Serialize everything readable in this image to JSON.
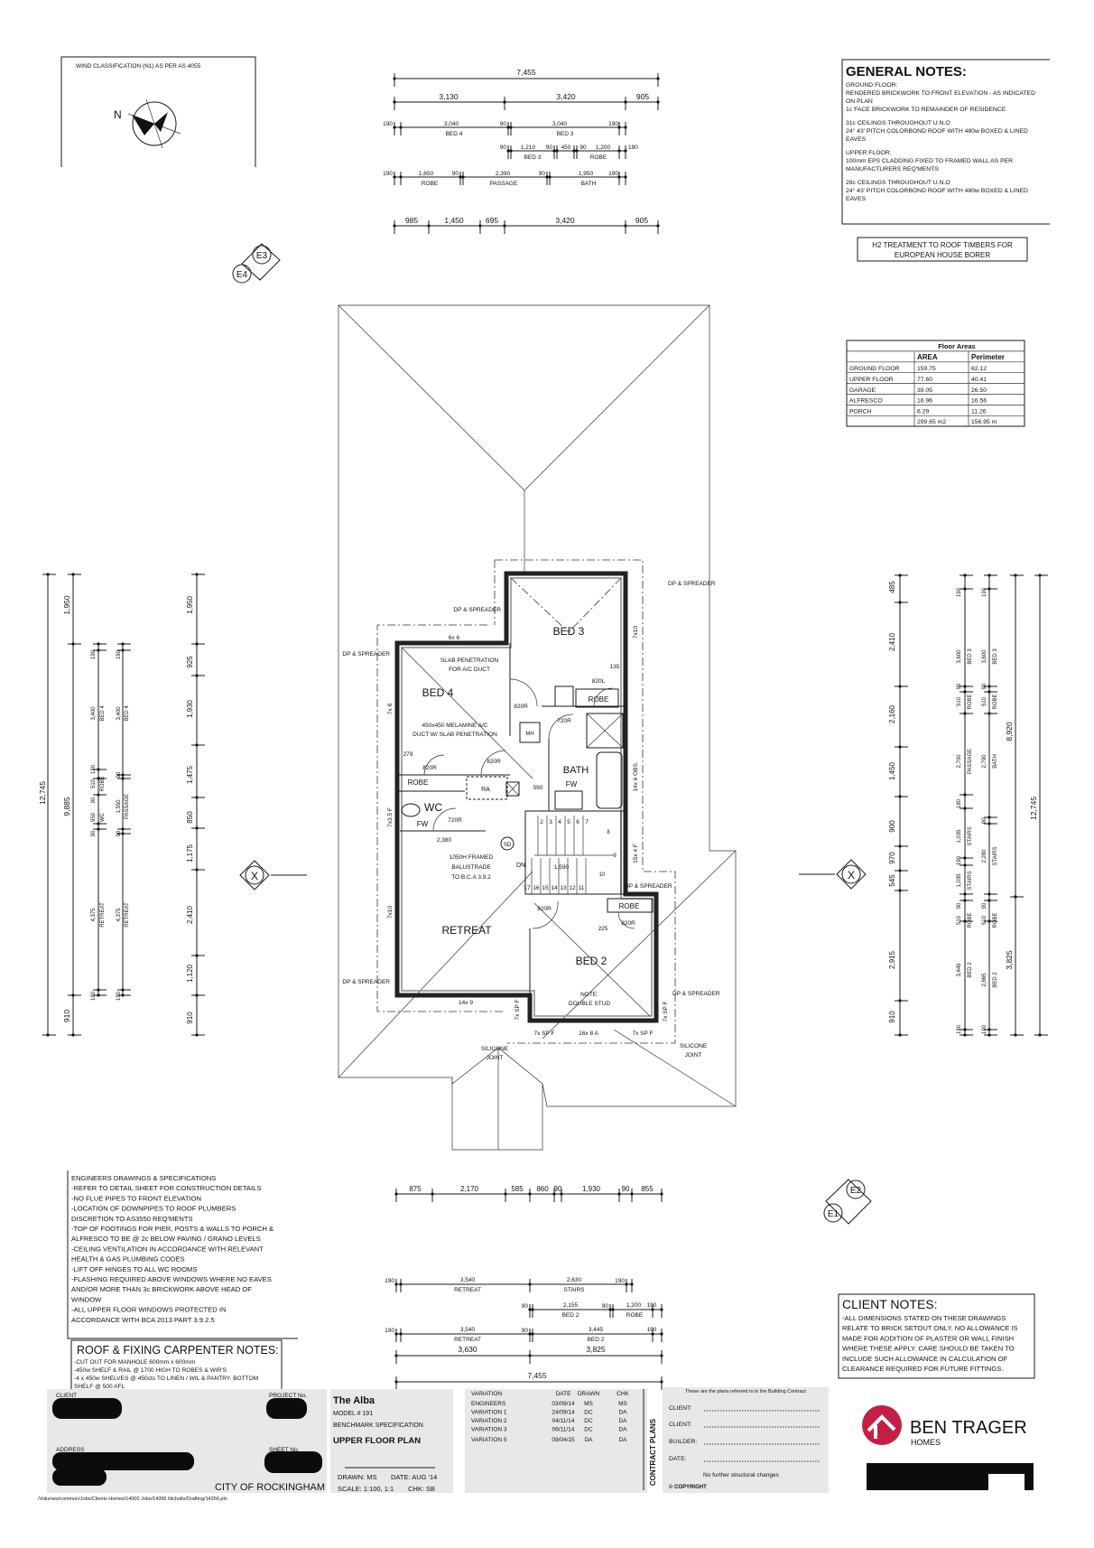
{
  "wind_box": {
    "label": "WIND CLASSIFICATION (N1) AS PER AS 4055",
    "north": "N"
  },
  "markers": {
    "e3": "E3",
    "e4": "E4",
    "e1": "E1",
    "e2": "E2",
    "section_left": "X",
    "section_right": "X"
  },
  "general_notes": {
    "title": "GENERAL NOTES:",
    "paragraphs": [
      [
        "GROUND FLOOR:",
        "RENDERED BRICKWORK TO FRONT ELEVATION - AS INDICATED",
        "ON PLAN",
        "1c FACE BRICKWORK TO REMAINDER OF RESIDENCE"
      ],
      [
        "31c CEILINGS THROUGHOUT U.N.O",
        "24° 43' PITCH COLORBOND ROOF WITH 480w BOXED & LINED",
        "EAVES"
      ],
      [
        "UPPER FLOOR:",
        "100mm EPS CLADDING FIXED TO FRAMED WALL AS PER",
        "MANUFACTURERS REQ'MENTS"
      ],
      [
        "28c CEILINGS THROUGHOUT U.N.O",
        "24° 43' PITCH COLORBOND ROOF WITH 480w BOXED & LINED",
        "EAVES"
      ]
    ]
  },
  "h2_note": [
    "H2 TREATMENT TO ROOF TIMBERS FOR",
    "EUROPEAN HOUSE BORER"
  ],
  "floor_areas": {
    "title": "Floor Areas",
    "headers": [
      "AREA",
      "Perimeter"
    ],
    "rows": [
      [
        "GROUND FLOOR",
        "159.75",
        "62.12"
      ],
      [
        "UPPER FLOOR",
        "77.60",
        "40.41"
      ],
      [
        "GARAGE",
        "39.05",
        "26.50"
      ],
      [
        "ALFRESCO",
        "16.96",
        "16.56"
      ],
      [
        "PORCH",
        "6.29",
        "11.26"
      ]
    ],
    "total": [
      "299.65 m2",
      "156.95 m"
    ]
  },
  "top_dims": {
    "overall": "7,455",
    "row2": [
      "3,130",
      "3,420",
      "905"
    ],
    "row3": [
      "190",
      "3,040",
      "BED 4",
      "90",
      "3,040",
      "BED 3",
      "190"
    ],
    "row4": [
      "90",
      "1,210",
      "BED 3",
      "90",
      "450",
      "90",
      "1,200",
      "ROBE",
      "190"
    ],
    "row5": [
      "190",
      "1,650",
      "ROBE",
      "90",
      "2,390",
      "PASSAGE",
      "90",
      "1,950",
      "BATH",
      "190"
    ],
    "row6": [
      "985",
      "1,450",
      "695",
      "3,420",
      "905"
    ]
  },
  "left_dims": {
    "overall": "12,745",
    "col2": [
      "1,950",
      "9,885",
      "910"
    ],
    "col3": [
      "190",
      "3,400",
      "BED 4",
      "190",
      "510",
      "ROBE",
      "90",
      "950",
      "WC",
      "90",
      "4,375",
      "RETREAT",
      "190"
    ],
    "col4": [
      "190",
      "3,400",
      "BED 4",
      "90",
      "1,550",
      "PASSAGE",
      "90",
      "4,375",
      "RETREAT",
      "190"
    ],
    "col5": [
      "1,950",
      "925",
      "1,930",
      "1,475",
      "850",
      "1,175",
      "2,410",
      "1,120",
      "910"
    ]
  },
  "right_dims": {
    "main": [
      "485",
      "2,410",
      "2,160",
      "1,450",
      "900",
      "970",
      "545",
      "2,915",
      "910"
    ],
    "col1": [
      "190",
      "3,600",
      "BED 3",
      "90",
      "510",
      "ROBE",
      "2,700",
      "PASSAGE",
      "180",
      "1,035",
      "STAIRS",
      "190",
      "1,035",
      "STAIRS",
      "90",
      "510",
      "ROBE",
      "3,445",
      "BED 2",
      "190"
    ],
    "col2": [
      "190",
      "3,600",
      "BED 3",
      "90",
      "510",
      "ROBE",
      "2,790",
      "BATH",
      "90",
      "2,280",
      "STAIRS",
      "90",
      "510",
      "ROBE",
      "2,865",
      "BED 2",
      "190"
    ],
    "split": [
      "8,920",
      "3,825"
    ],
    "overall": "12,745"
  },
  "bottom_dims": {
    "row1": [
      "875",
      "2,170",
      "585",
      "860",
      "90",
      "1,930",
      "90",
      "855"
    ],
    "row2": [
      "190",
      "3,540",
      "RETREAT",
      "2,630",
      "STAIRS",
      "190"
    ],
    "row3": [
      "90",
      "2,155",
      "BED 2",
      "90",
      "1,200",
      "ROBE",
      "190"
    ],
    "row4": [
      "190",
      "3,540",
      "RETREAT",
      "90",
      "3,445",
      "BED 2",
      "190"
    ],
    "row5": [
      "3,630",
      "3,825"
    ],
    "overall": "7,455"
  },
  "plan": {
    "rooms": {
      "bed3": "BED 3",
      "bed4": "BED 4",
      "bath": "BATH",
      "wc": "WC",
      "retreat": "RETREAT",
      "bed2": "BED 2",
      "robe1": "ROBE",
      "robe2": "ROBE",
      "robe3": "ROBE",
      "ra": "RA",
      "mh": "MH",
      "fw1": "FW",
      "fw2": "FW"
    },
    "doors": [
      "820R",
      "720R",
      "820R",
      "820R",
      "720R",
      "820L",
      "820R",
      "820R"
    ],
    "small_dims": [
      "135",
      "279",
      "590",
      "2,380",
      "1,590",
      "225"
    ],
    "windows": [
      "6x 6",
      "7x 8",
      "7x3.5 F",
      "7x10",
      "14x 6 OBS.",
      "15x 4 F",
      "7x10",
      "14x 9",
      "7x SP F",
      "16x 8 A",
      "7x SP F",
      "7x SP F",
      "7x SP F"
    ],
    "dp_spreader": [
      "DP & SPREADER",
      "DP & SPREADER",
      "DP & SPREADER",
      "DP & SPREADER",
      "DP & SPREADER",
      "DP & SPREADER"
    ],
    "slab_note": [
      "SLAB PENETRATION",
      "FOR A/C DUCT"
    ],
    "duct_note": [
      "450x450 MELAMINE A/C",
      "DUCT W/ SLAB PENETRATION"
    ],
    "balustrade_note": [
      "1050H FRAMED",
      "BALUSTRADE",
      "TO B.C.A 3.9.2"
    ],
    "smoke_detector": "SD",
    "stair_dn": "DN",
    "steps": [
      "2",
      "3",
      "4",
      "5",
      "6",
      "7",
      "8",
      "9",
      "10",
      "11",
      "12",
      "13",
      "14",
      "15",
      "16",
      "17"
    ],
    "stud_note": [
      "NOTE:",
      "DOUBLE STUD"
    ],
    "silicone": [
      "SILICONE",
      "JOINT",
      "SILICONE",
      "JOINT"
    ]
  },
  "engineers_notes": [
    "ENGINEERS DRAWINGS & SPECIFICATIONS",
    "-REFER TO DETAIL SHEET FOR CONSTRUCTION DETAILS",
    "-NO FLUE PIPES TO FRONT ELEVATION",
    "-LOCATION OF DOWNPIPES TO ROOF PLUMBERS",
    "DISCRETION TO AS3550 REQ'MENTS",
    "-TOP OF FOOTINGS FOR PIER, POSTS & WALLS TO PORCH &",
    "ALFRESCO TO BE @ 2c BELOW PAVING / GRANO LEVELS",
    "-CEILING VENTILATION IN ACCORDANCE WITH RELEVANT",
    "HEALTH & GAS PLUMBING CODES",
    "-LIFT OFF HINGES TO ALL WC ROOMS",
    "-FLASHING REQUIRED ABOVE WINDOWS WHERE NO EAVES",
    "AND/OR MORE THAN 3c BRICKWORK ABOVE HEAD OF",
    "WINDOW",
    "-ALL UPPER FLOOR WINDOWS PROTECTED IN",
    "ACCORDANCE WITH BCA 2013 PART 3.9.2.5"
  ],
  "carpenter_notes": {
    "title": "ROOF & FIXING CARPENTER NOTES:",
    "lines": [
      "-CUT OUT FOR MANHOLE 600mm x 600mm",
      "-450w SHELF & RAIL @ 1700 HIGH TO ROBES & WIR'S",
      "-4 x 450w SHELVES @ 450cts TO LINEN / WIL & PANTRY. BOTTOM",
      "SHELF @ 500 AFL"
    ]
  },
  "client_notes": {
    "title": "CLIENT NOTES:",
    "lines": [
      "-ALL DIMENSIONS STATED ON THESE DRAWINGS",
      "RELATE TO BRICK SETOUT ONLY. NO ALLOWANCE IS",
      "MADE FOR ADDITION OF PLASTER OR WALL FINISH",
      "WHERE THESE APPLY. CARE SHOULD BE TAKEN TO",
      "INCLUDE SUCH ALLOWANCE IN CALCULATION OF",
      "CLEARANCE REQUIRED FOR FUTURE FITTINGS."
    ]
  },
  "title_block": {
    "client_label": "CLIENT",
    "project_label": "PROJECT No.",
    "address_label": "ADDRESS",
    "sheet_label": "SHEET No.",
    "council": "CITY OF ROCKINGHAM",
    "file_path": "/Volumes/common/Jobs/Clients Homes/14000 Jobs/14356 Nicholls/Drafting/14356.pln",
    "house_name": "The Alba",
    "model": "MODEL # 191",
    "spec": "BENCHMARK SPECIFICATION",
    "sheet_title": "UPPER FLOOR PLAN",
    "drawn": "DRAWN: MS",
    "date": "DATE: AUG '14",
    "scale": "SCALE: 1:100, 1:1",
    "chk": "CHK:  SB",
    "variations": {
      "headers": [
        "VARIATION",
        "DATE",
        "DRAWN",
        "CHK"
      ],
      "rows": [
        [
          "ENGINEERS",
          "03/09/14",
          "MS",
          "MS"
        ],
        [
          "VARIATION 1",
          "24/09/14",
          "DC",
          "DA"
        ],
        [
          "VARIATION 2",
          "04/11/14",
          "DC",
          "DA"
        ],
        [
          "VARIATION 3",
          "06/11/14",
          "DC",
          "DA"
        ],
        [
          "VARIATION 5",
          "09/04/15",
          "DA",
          "DA"
        ]
      ]
    },
    "contract_label": "CONTRACT PLANS",
    "contract_heading": "These are the plans referred to in the Building Contract",
    "signatures": [
      "CLIENT:",
      "CLIENT:",
      "BUILDER:",
      "DATE:"
    ],
    "no_changes": "No further structural changes",
    "copyright": "© COPYRIGHT",
    "brand": "BEN TRAGER",
    "brand_sub": "HOMES",
    "brand_color": "#c41f45"
  }
}
